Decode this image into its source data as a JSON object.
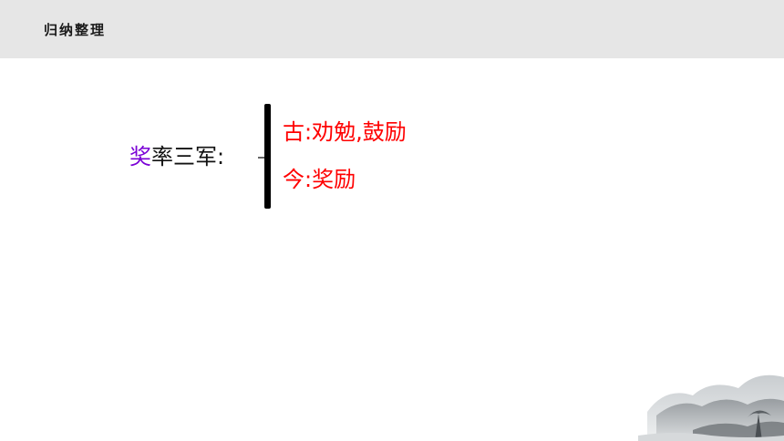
{
  "header": {
    "title": "归纳整理"
  },
  "entry": {
    "term_highlight": "奖",
    "term_rest": "率三军:",
    "meanings": [
      {
        "text": "古:劝勉,鼓励"
      },
      {
        "text": "今:奖励"
      }
    ]
  },
  "colors": {
    "header_background": "#e6e6e6",
    "highlight_char": "#7a00d6",
    "meaning_text": "#ff0000"
  },
  "decoration": {
    "icon": "ink-landscape-icon"
  }
}
